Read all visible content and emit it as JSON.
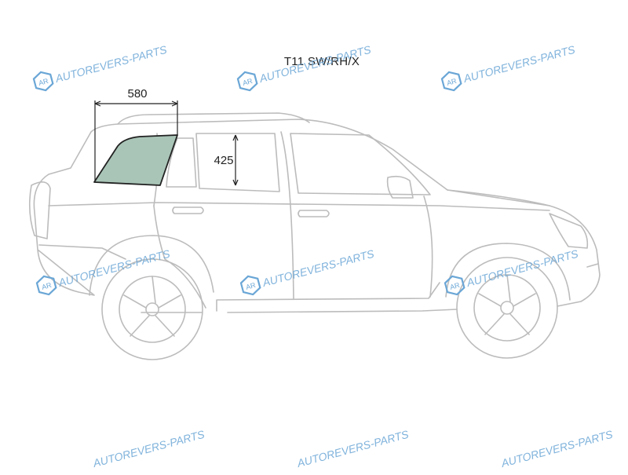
{
  "diagram": {
    "title": "T11 SW/RH/X",
    "dimensions": {
      "width_label": "580",
      "height_label": "425"
    },
    "highlighted_part": "rear-right-side-window",
    "colors": {
      "glass": "#a9c5b8",
      "outline": "#bcbcbc",
      "dim_line": "#222222",
      "watermark": "#6aa6d6"
    }
  },
  "watermark": {
    "text": "AUTOREVERS-PARTS",
    "logo": "AR"
  }
}
